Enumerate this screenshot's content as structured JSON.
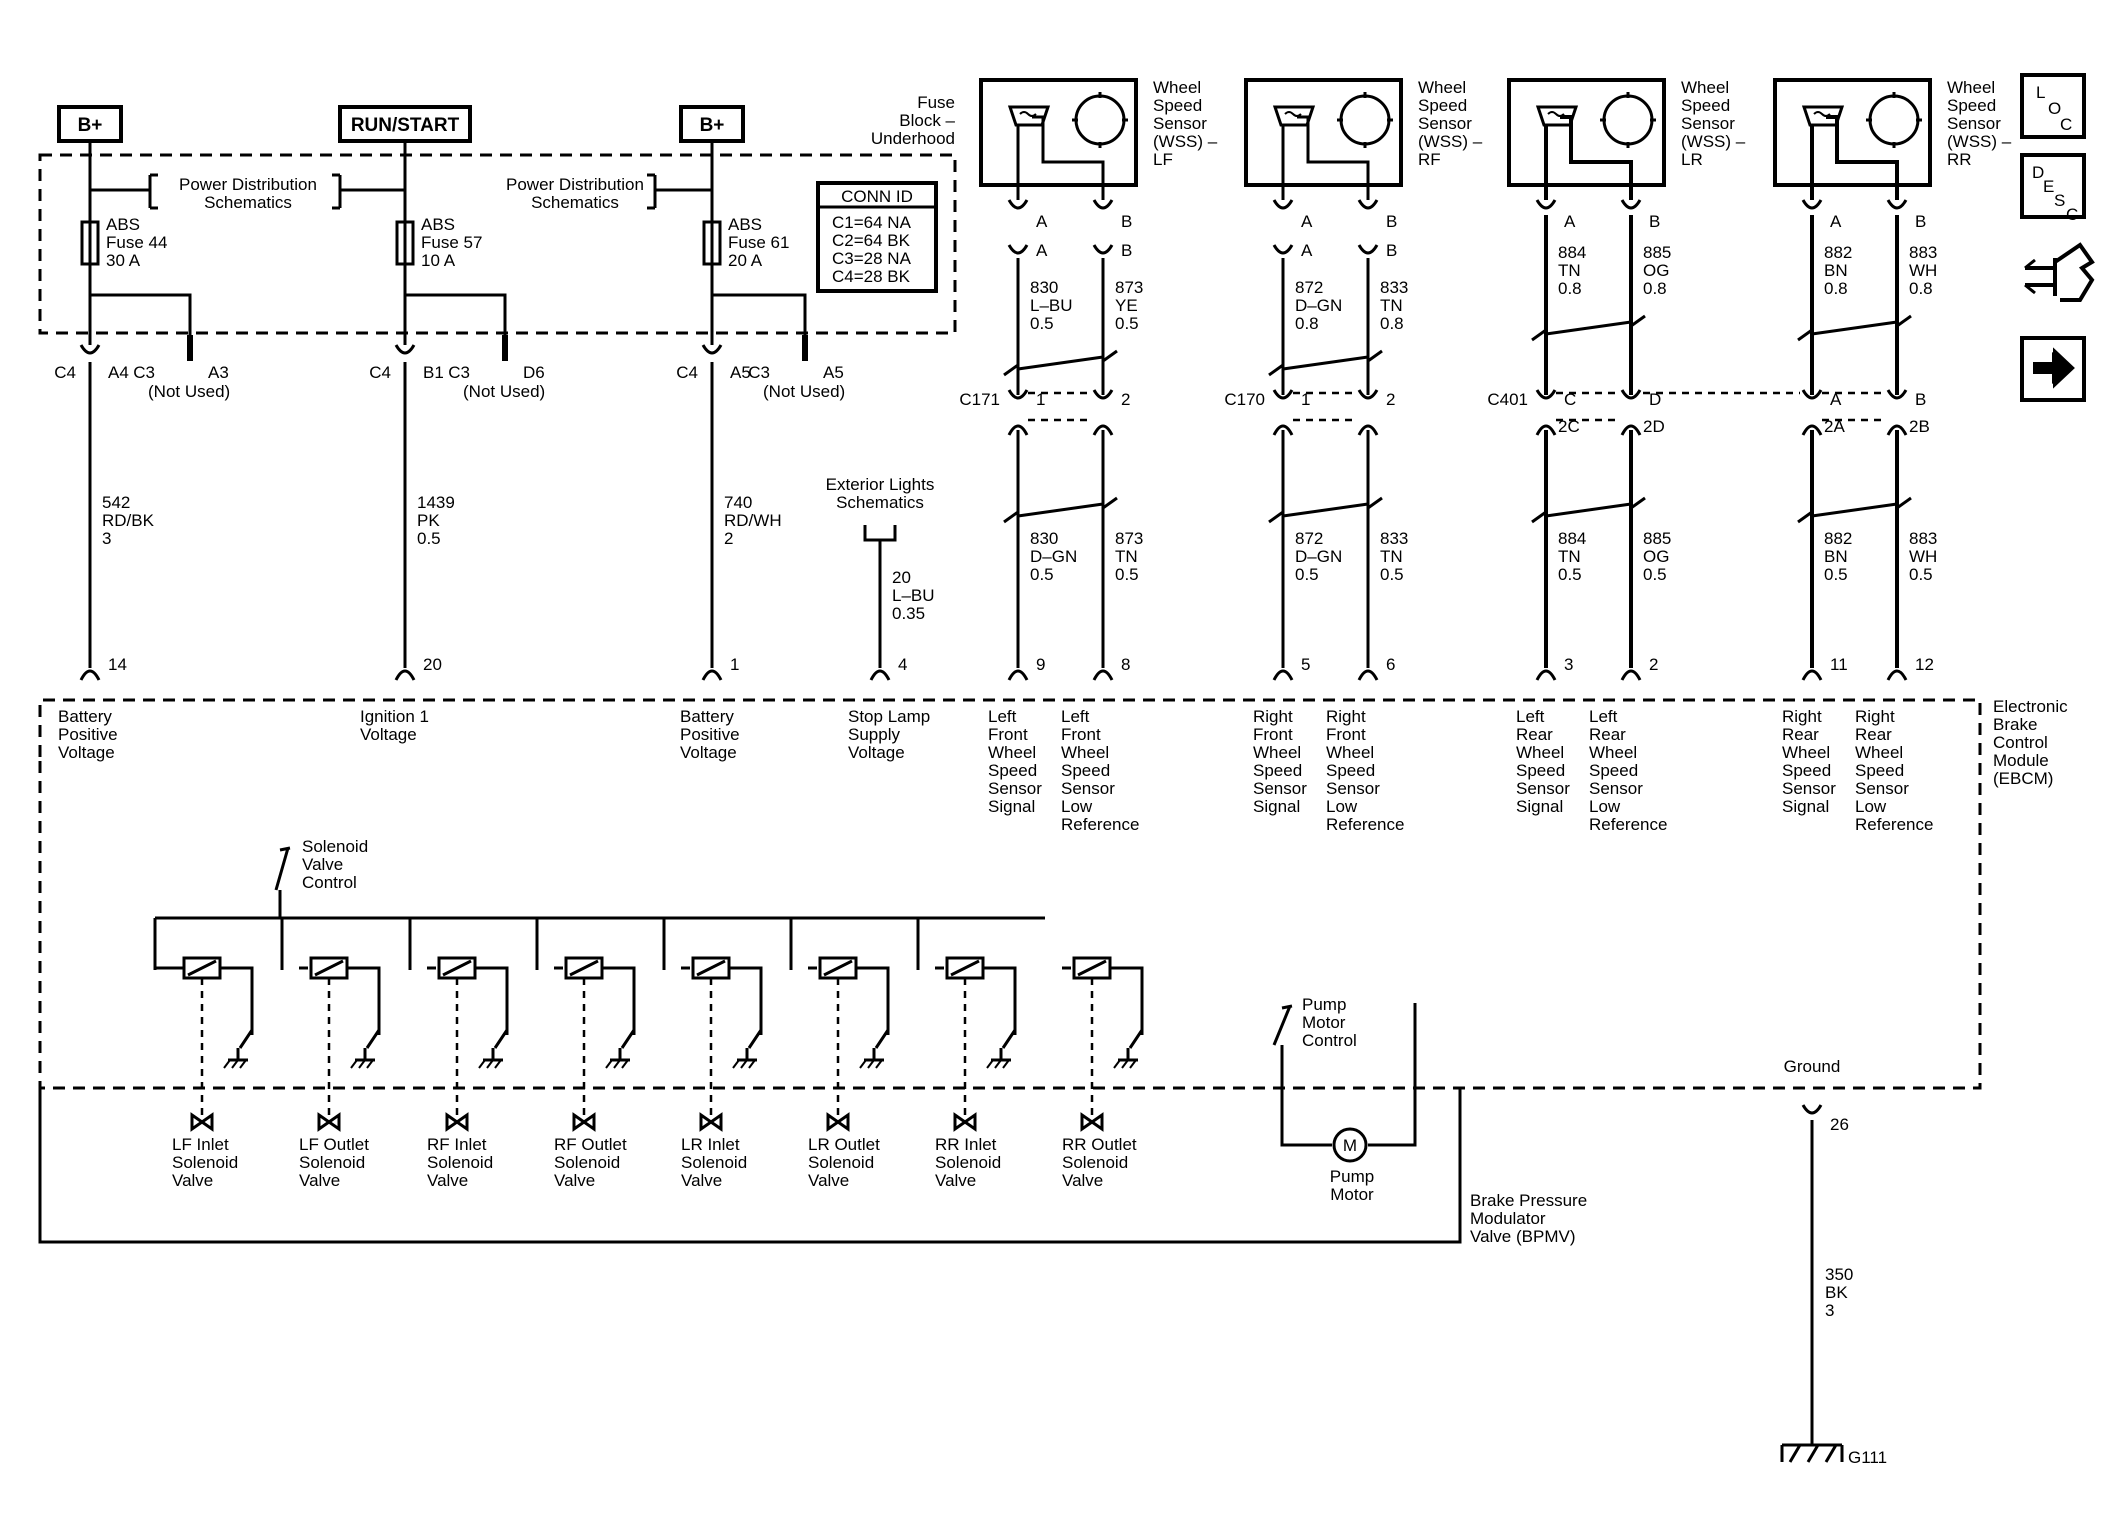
{
  "power_labels": {
    "b_plus": "B+",
    "run_start": "RUN/START"
  },
  "fuse_block_label": [
    "Fuse",
    "Block –",
    "Underhood"
  ],
  "power_distribution": [
    "Power Distribution",
    "Schematics"
  ],
  "conn_id": {
    "title": "CONN ID",
    "rows": [
      "C1=64 NA",
      "C2=64 BK",
      "C3=28 NA",
      "C4=28 BK"
    ]
  },
  "fuses": [
    {
      "lines": [
        "ABS",
        "Fuse 44",
        "30 A"
      ]
    },
    {
      "lines": [
        "ABS",
        "Fuse 57",
        "10 A"
      ]
    },
    {
      "lines": [
        "ABS",
        "Fuse 61",
        "20 A"
      ]
    }
  ],
  "power_pins": [
    {
      "c4": "C4",
      "pin": "A4",
      "c3": "C3",
      "c3pin": "A3",
      "not_used": "(Not Used)",
      "wire": [
        "542",
        "RD/BK",
        "3"
      ],
      "ebcm_pin": "14",
      "func": [
        "Battery",
        "Positive",
        "Voltage"
      ]
    },
    {
      "c4": "C4",
      "pin": "B1",
      "c3": "C3",
      "c3pin": "D6",
      "not_used": "(Not Used)",
      "wire": [
        "1439",
        "PK",
        "0.5"
      ],
      "ebcm_pin": "20",
      "func": [
        "Ignition 1",
        "Voltage"
      ]
    },
    {
      "c4": "C4",
      "pin": "A5",
      "c3": "C3",
      "c3pin": "A5",
      "not_used": "(Not Used)",
      "wire": [
        "740",
        "RD/WH",
        "2"
      ],
      "ebcm_pin": "1",
      "func": [
        "Battery",
        "Positive",
        "Voltage"
      ]
    }
  ],
  "stop_lamp": {
    "ref": [
      "Exterior Lights",
      "Schematics"
    ],
    "wire": [
      "20",
      "L–BU",
      "0.35"
    ],
    "ebcm_pin": "4",
    "func": [
      "Stop Lamp",
      "Supply",
      "Voltage"
    ]
  },
  "sensors": [
    {
      "title": [
        "Wheel",
        "Speed",
        "Sensor",
        "(WSS) –",
        "LF"
      ],
      "pa": "A",
      "pb": "B",
      "wa": [
        "830",
        "L–BU",
        "0.5"
      ],
      "wb": [
        "873",
        "YE",
        "0.5"
      ],
      "conn": "C171",
      "ca": "1",
      "cb": "2",
      "wa2": [
        "830",
        "D–GN",
        "0.5"
      ],
      "wb2": [
        "873",
        "TN",
        "0.5"
      ],
      "pin_a": "9",
      "pin_b": "8",
      "func_a": [
        "Left",
        "Front",
        "Wheel",
        "Speed",
        "Sensor",
        "Signal"
      ],
      "func_b": [
        "Left",
        "Front",
        "Wheel",
        "Speed",
        "Sensor",
        "Low",
        "Reference"
      ]
    },
    {
      "title": [
        "Wheel",
        "Speed",
        "Sensor",
        "(WSS) –",
        "RF"
      ],
      "pa": "A",
      "pb": "B",
      "wa": [
        "872",
        "D–GN",
        "0.8"
      ],
      "wb": [
        "833",
        "TN",
        "0.8"
      ],
      "conn": "C170",
      "ca": "1",
      "cb": "2",
      "wa2": [
        "872",
        "D–GN",
        "0.5"
      ],
      "wb2": [
        "833",
        "TN",
        "0.5"
      ],
      "pin_a": "5",
      "pin_b": "6",
      "func_a": [
        "Right",
        "Front",
        "Wheel",
        "Speed",
        "Sensor",
        "Signal"
      ],
      "func_b": [
        "Right",
        "Front",
        "Wheel",
        "Speed",
        "Sensor",
        "Low",
        "Reference"
      ]
    },
    {
      "title": [
        "Wheel",
        "Speed",
        "Sensor",
        "(WSS) –",
        "LR"
      ],
      "pa": "A",
      "pb": "B",
      "wa": [
        "884",
        "TN",
        "0.8"
      ],
      "wb": [
        "885",
        "OG",
        "0.8"
      ],
      "conn": "C401",
      "ca": "C",
      "cb": "D",
      "ca2": "2C",
      "cb2": "2D",
      "wa2": [
        "884",
        "TN",
        "0.5"
      ],
      "wb2": [
        "885",
        "OG",
        "0.5"
      ],
      "pin_a": "3",
      "pin_b": "2",
      "func_a": [
        "Left",
        "Rear",
        "Wheel",
        "Speed",
        "Sensor",
        "Signal"
      ],
      "func_b": [
        "Left",
        "Rear",
        "Wheel",
        "Speed",
        "Sensor",
        "Low",
        "Reference"
      ]
    },
    {
      "title": [
        "Wheel",
        "Speed",
        "Sensor",
        "(WSS) –",
        "RR"
      ],
      "pa": "A",
      "pb": "B",
      "wa": [
        "882",
        "BN",
        "0.8"
      ],
      "wb": [
        "883",
        "WH",
        "0.8"
      ],
      "conn": "",
      "ca": "A",
      "cb": "B",
      "ca2": "2A",
      "cb2": "2B",
      "wa2": [
        "882",
        "BN",
        "0.5"
      ],
      "wb2": [
        "883",
        "WH",
        "0.5"
      ],
      "pin_a": "11",
      "pin_b": "12",
      "func_a": [
        "Right",
        "Rear",
        "Wheel",
        "Speed",
        "Sensor",
        "Signal"
      ],
      "func_b": [
        "Right",
        "Rear",
        "Wheel",
        "Speed",
        "Sensor",
        "Low",
        "Reference"
      ]
    }
  ],
  "ebcm_label": [
    "Electronic",
    "Brake",
    "Control",
    "Module",
    "(EBCM)"
  ],
  "solenoid_control": [
    "Solenoid",
    "Valve",
    "Control"
  ],
  "valves": [
    [
      "LF Inlet",
      "Solenoid",
      "Valve"
    ],
    [
      "LF Outlet",
      "Solenoid",
      "Valve"
    ],
    [
      "RF Inlet",
      "Solenoid",
      "Valve"
    ],
    [
      "RF Outlet",
      "Solenoid",
      "Valve"
    ],
    [
      "LR Inlet",
      "Solenoid",
      "Valve"
    ],
    [
      "LR Outlet",
      "Solenoid",
      "Valve"
    ],
    [
      "RR Inlet",
      "Solenoid",
      "Valve"
    ],
    [
      "RR Outlet",
      "Solenoid",
      "Valve"
    ]
  ],
  "pump_control": [
    "Pump",
    "Motor",
    "Control"
  ],
  "pump_motor": [
    "Pump",
    "Motor"
  ],
  "motor_symbol": "M",
  "bpmv_label": [
    "Brake Pressure",
    "Modulator",
    "Valve (BPMV)"
  ],
  "ground": {
    "label": "Ground",
    "pin": "26",
    "wire": [
      "350",
      "BK",
      "3"
    ],
    "g": "G111"
  },
  "nav": {
    "loc": [
      "L",
      "O",
      "C"
    ],
    "desc": [
      "D",
      "E",
      "S",
      "C"
    ]
  }
}
